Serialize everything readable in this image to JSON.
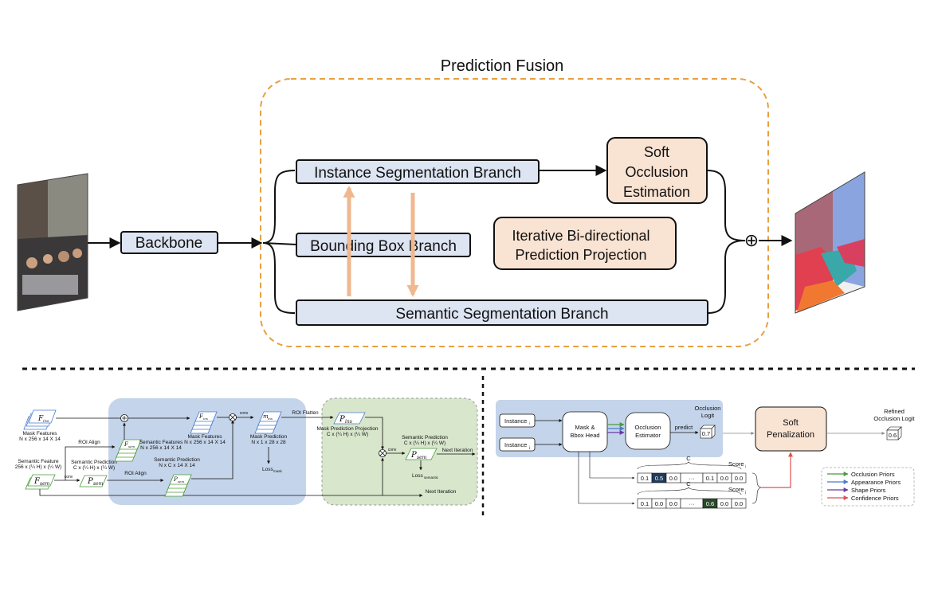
{
  "top": {
    "title": "Prediction Fusion",
    "backbone": "Backbone",
    "instance_branch": "Instance Segmentation Branch",
    "bbox_branch": "Bounding Box Branch",
    "semantic_branch": "Semantic Segmentation Branch",
    "soft_occlusion": [
      "Soft",
      "Occlusion",
      "Estimation"
    ],
    "iterative": [
      "Iterative Bi-directional",
      "Prediction Projection"
    ],
    "plus_symbol": "⊕"
  },
  "left": {
    "f_ins": "F",
    "f_ins_sub": "ins",
    "mask_features_1": [
      "Mask Features",
      "N x 256 x 14 X 14"
    ],
    "roi_align_1": "ROI Align",
    "f_ins_small": "F",
    "f_ins_small_sub": "sem",
    "semantic_features": [
      "Semantic Features",
      "N x 256 x 14 X 14"
    ],
    "semantic_feature": [
      "Semantic Feature",
      "256 x (¼ H) x (¼ W)"
    ],
    "semantic_prediction_1": [
      "Semantic Prediction",
      "C x (¼ H) x (¼ W)"
    ],
    "conv_1": "conv",
    "f_sem": "F",
    "f_sem_sub": "sem",
    "p_sem": "P",
    "p_sem_sub": "sem",
    "roi_align_2": "ROI Align",
    "semantic_prediction_2": [
      "Semantic Prediction",
      "N x C x 14 X 14"
    ],
    "p_sem_small": "P",
    "p_sem_small_sub": "sem",
    "mask_features_2": [
      "Mask Features",
      "N x 256 x 14 X 14"
    ],
    "f_ins_2": "F",
    "f_ins_2_sub": "ins",
    "conv_2": "conv",
    "m_ins": "m",
    "m_ins_sub": "ins",
    "mask_prediction": [
      "Mask Prediction",
      "N x 1 x 28 x 28"
    ],
    "loss_mask": "Loss",
    "loss_mask_sub": "mask",
    "roi_flatten": "ROI Flatten",
    "p_ins": "P",
    "p_ins_sub": "ins",
    "mask_prediction_projection": [
      "Mask Prediction Projection",
      "C x (¼ H) x (¼ W)"
    ],
    "semantic_prediction_3": [
      "Semantic Prediction",
      "C x (¼ H) x (¼ W)"
    ],
    "conv_3": "conv",
    "p_sem_3": "P",
    "p_sem_3_sub": "sem",
    "next_iteration_1": "Next Iteration",
    "loss_semantic": "Loss",
    "loss_semantic_sub": "semantic",
    "next_iteration_2": "Next Iteration"
  },
  "right": {
    "instance_i": "Instance",
    "instance_i_sub": "i",
    "instance_j": "Instance",
    "instance_j_sub": "j",
    "head": [
      "Mask &",
      "Bbox Head"
    ],
    "estimator": [
      "Occlusion",
      "Estimator"
    ],
    "predict": "predict",
    "occlusion_logit": [
      "Occlusion",
      "Logit"
    ],
    "logit_value": "0.7",
    "soft_penalization": [
      "Soft",
      "Penalization"
    ],
    "refined_logit": [
      "Refined",
      "Occlusion Logit"
    ],
    "refined_value": "0.6",
    "c_label_1": "C",
    "score_i": "Score",
    "score_i_sub": "i",
    "c_label_2": "C",
    "score_j": "Score",
    "score_j_sub": "j",
    "row_i": [
      "0.1",
      "0.5",
      "0.0",
      "···",
      "0.1",
      "0.0",
      "0.0"
    ],
    "row_j": [
      "0.1",
      "0.0",
      "0.0",
      "···",
      "0.6",
      "0.0",
      "0.0"
    ],
    "legend": [
      {
        "label": "Occlusion Priors",
        "color": "#4a9a3a"
      },
      {
        "label": "Appearance Priors",
        "color": "#4a7bd0"
      },
      {
        "label": "Shape Priors",
        "color": "#6a3aa0"
      },
      {
        "label": "Confidence Priors",
        "color": "#e05050"
      }
    ]
  },
  "colors": {
    "orange_dash": "#e8a040",
    "branch_fill": "#dde4f2",
    "peach_fill": "#f9e3d3",
    "blue_panel": "#c4d4ea",
    "green_panel": "#d8e6cc",
    "arrow_orange": "#f0b890"
  }
}
